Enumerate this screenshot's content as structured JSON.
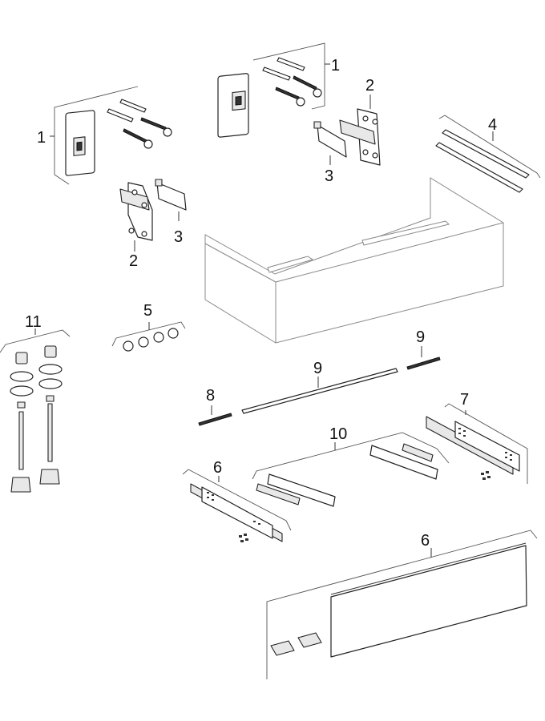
{
  "diagram": {
    "type": "exploded-view parts diagram",
    "subject": "Vanity cabinet with drawer — spare parts",
    "callouts": [
      {
        "id": "callout-1-left",
        "label": "1",
        "part": "wall mounting plate with anchors and screws"
      },
      {
        "id": "callout-1-right",
        "label": "1",
        "part": "wall mounting plate with anchors and screws"
      },
      {
        "id": "callout-2-left",
        "label": "2",
        "part": "cabinet suspension bracket"
      },
      {
        "id": "callout-2-right",
        "label": "2",
        "part": "cabinet suspension bracket"
      },
      {
        "id": "callout-3-left",
        "label": "3",
        "part": "bracket cover clip"
      },
      {
        "id": "callout-3-right",
        "label": "3",
        "part": "bracket cover clip"
      },
      {
        "id": "callout-4",
        "label": "4",
        "part": "strip set (2 pcs)"
      },
      {
        "id": "callout-5",
        "label": "5",
        "part": "cover caps (4 pcs)"
      },
      {
        "id": "callout-6-left",
        "label": "6",
        "part": "drawer runner with screws"
      },
      {
        "id": "callout-6-right",
        "label": "6",
        "part": "drawer runner with screws"
      },
      {
        "id": "callout-7",
        "label": "7",
        "part": "drawer coupling / locking device set"
      },
      {
        "id": "callout-8",
        "label": "8",
        "part": "synchronisation rod"
      },
      {
        "id": "callout-9-left",
        "label": "9",
        "part": "rod coupling"
      },
      {
        "id": "callout-9-right",
        "label": "9",
        "part": "rod coupling"
      },
      {
        "id": "callout-10",
        "label": "10",
        "part": "drawer front with brackets"
      },
      {
        "id": "callout-11",
        "label": "11",
        "part": "fixing set: threaded rods, washers, nuts, sleeves"
      }
    ]
  }
}
